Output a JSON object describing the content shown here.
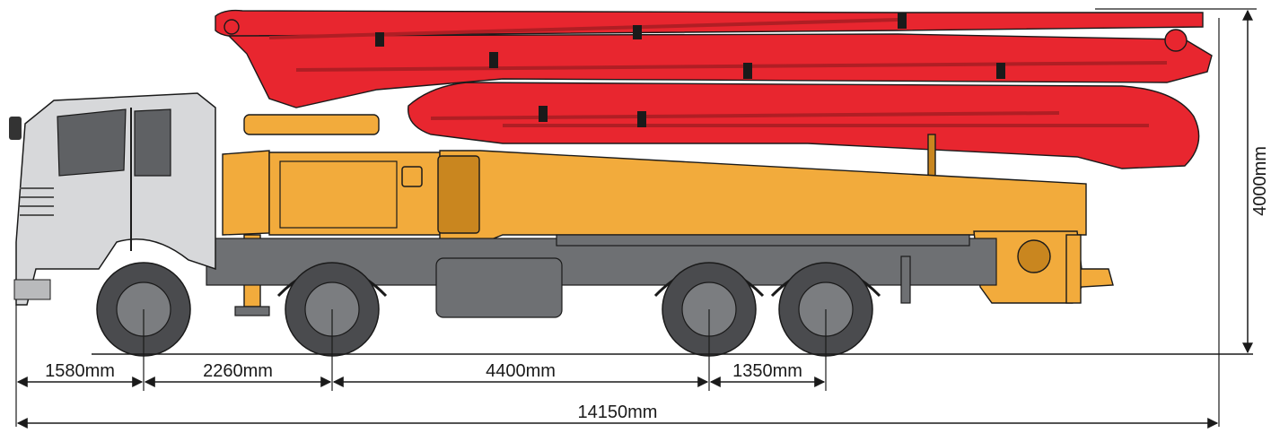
{
  "dimensions": {
    "front_overhang": "1580mm",
    "wheelbase_1_2": "2260mm",
    "wheelbase_2_3": "4400mm",
    "wheelbase_3_4": "1350mm",
    "overall_length": "14150mm",
    "overall_height": "4000mm"
  },
  "colors": {
    "boom": "#e8262f",
    "boom_dark": "#b01e24",
    "body": "#f2ab3c",
    "body_dark": "#c9861f",
    "cab": "#d7d8da",
    "chassis": "#6e7073",
    "tire": "#4a4b4e",
    "outline": "#1a1a1a"
  }
}
